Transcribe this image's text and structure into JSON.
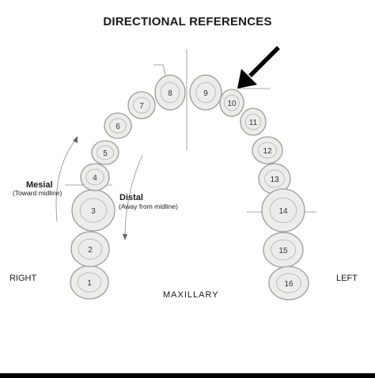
{
  "title": "DIRECTIONAL REFERENCES",
  "labels": {
    "right": "RIGHT",
    "left": "LEFT",
    "arch": "MAXILLARY",
    "mesial_title": "Mesial",
    "mesial_sub": "(Toward midline)",
    "distal_title": "Distal",
    "distal_sub": "(Away from midline)"
  },
  "teeth": [
    {
      "n": "1"
    },
    {
      "n": "2"
    },
    {
      "n": "3"
    },
    {
      "n": "4"
    },
    {
      "n": "5"
    },
    {
      "n": "6"
    },
    {
      "n": "7"
    },
    {
      "n": "8"
    },
    {
      "n": "9"
    },
    {
      "n": "10"
    },
    {
      "n": "11"
    },
    {
      "n": "12"
    },
    {
      "n": "13"
    },
    {
      "n": "14"
    },
    {
      "n": "15"
    },
    {
      "n": "16"
    }
  ],
  "pointer_target": "10"
}
